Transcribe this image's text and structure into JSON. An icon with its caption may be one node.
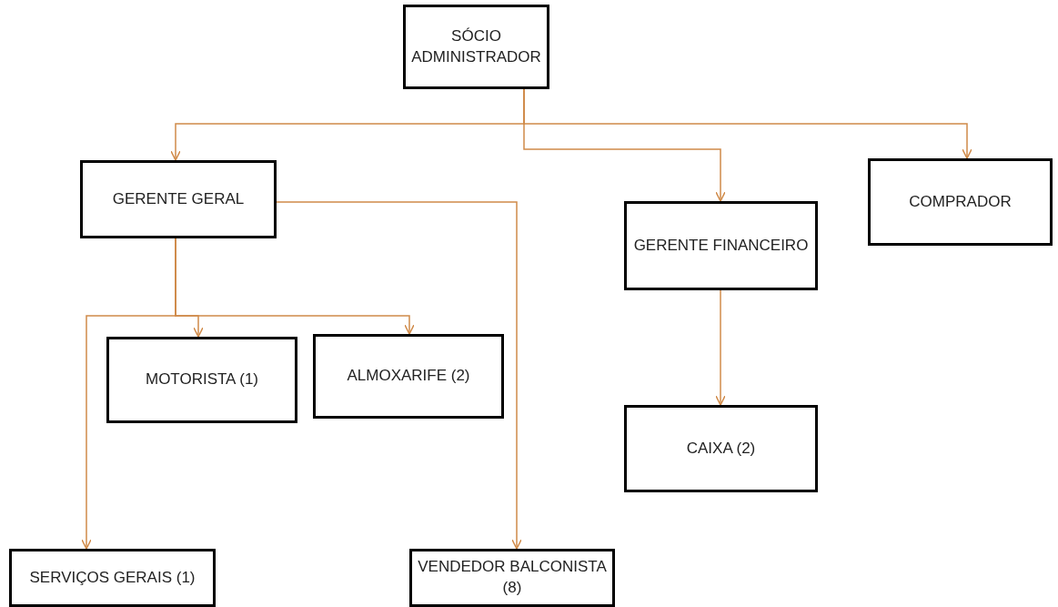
{
  "diagram": {
    "nodes": [
      {
        "text": [
          "SÓCIO ADMINISTRADOR"
        ]
      },
      {
        "text": [
          "GERENTE GERAL"
        ]
      },
      {
        "text": [
          "GERENTE FINANCEIRO"
        ]
      },
      {
        "text": [
          "COMPRADOR"
        ]
      },
      {
        "text": [
          "MOTORISTA (1)"
        ]
      },
      {
        "text": [
          "ALMOXARIFE (2)"
        ]
      },
      {
        "text": [
          "CAIXA (2)"
        ]
      },
      {
        "text": [
          "SERVIÇOS GERAIS (1)"
        ]
      },
      {
        "text": [
          "VENDEDOR BALCONISTA (8)"
        ]
      }
    ],
    "edges": [
      {
        "from": 0,
        "to": 1,
        "arrow": "to"
      },
      {
        "from": 0,
        "to": 2,
        "arrow": "to"
      },
      {
        "from": 0,
        "to": 3,
        "arrow": "to"
      },
      {
        "from": 1,
        "to": 7,
        "arrow": "to"
      },
      {
        "from": 1,
        "to": 4,
        "arrow": "to"
      },
      {
        "from": 1,
        "to": 5,
        "arrow": "to"
      },
      {
        "from": 1,
        "to": 8,
        "arrow": "to"
      },
      {
        "from": 2,
        "to": 6,
        "arrow": "to"
      }
    ]
  }
}
